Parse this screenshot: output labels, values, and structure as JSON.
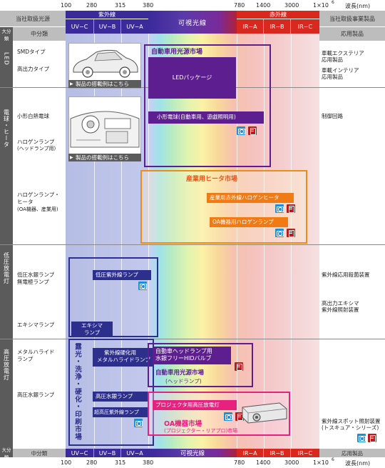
{
  "top_axis": {
    "ticks": [
      "100",
      "280",
      "315",
      "380",
      "780",
      "1400",
      "3000",
      "1×10",
      "6"
    ],
    "unit": "波長(nm)"
  },
  "headers": {
    "source_label": "当社取扱光源",
    "category_large": "大分類",
    "category_mid": "中分類",
    "uv_group": "紫外線",
    "visible": "可視光線",
    "ir_group": "赤外線",
    "business_label": "当社取扱事業製品",
    "applications": "応用製品",
    "uvc": "UV−C",
    "uvb": "UV−B",
    "uva": "UV−A",
    "ira": "IR−A",
    "irb": "IR−B",
    "irc": "IR−C"
  },
  "sections": {
    "led": "LED",
    "bulb_heater": "電球・ヒータ",
    "low_pressure": "低圧放電灯",
    "high_pressure": "高圧放電灯"
  },
  "rows": {
    "smd": "SMDタイプ",
    "high_output": "高出力タイプ",
    "mini_bulb": "小形白熱電球",
    "halogen_headlamp": "ハロゲンランプ",
    "halogen_headlamp_sub": "(ヘッドランプ用)",
    "halogen_heater": "ハロゲンランプ・",
    "halogen_heater2": "ヒータ",
    "halogen_heater_sub": "(OA機器、産業用)",
    "low_mercury": "低圧水銀ランプ",
    "electrodeless": "無電極ランプ",
    "excimer": "エキシマランプ",
    "metal_halide": "メタルハライド",
    "metal_halide2": "ランプ",
    "high_mercury": "高圧水銀ランプ"
  },
  "apps": {
    "car_exterior": "車載エクステリア",
    "car_exterior2": "応用製品",
    "car_interior": "車載インテリア",
    "car_interior2": "応用製品",
    "control": "制御回路",
    "uv_sterilize": "紫外線応用殺菌装置",
    "excimer_app": "高出力エキシマ",
    "excimer_app2": "紫外線照射装置",
    "uv_spot": "紫外線スポット照射装置",
    "uv_spot2": "(トスキュア・シリーズ)"
  },
  "thumbs": {
    "car_btn": "製品の搭載例はこちら",
    "dash_btn": "製品の搭載例はこちら"
  },
  "markets": {
    "auto_light": "自動車用光源市場",
    "led_pkg": "LEDパッケージ",
    "mini_bulb": "小形電球(自動車用、遊戯照明用)",
    "industrial_heater": "産業用ヒータ市場",
    "ir_halogen": "産業用赤外線ハロゲンヒータ",
    "oa_halogen": "OA機器用ハロゲンランプ",
    "low_uv": "低圧紫外線ランプ",
    "excimer_lamp": "エキシマ",
    "excimer_lamp2": "ランプ",
    "exposure_market": "露光・洗浄・硬化・印刷市場",
    "uv_cure": "紫外線硬化用",
    "uv_cure2": "メタルハライドランプ",
    "hg_lamp": "高圧水銀ランプ",
    "uhp_lamp": "超高圧紫外線ランプ",
    "auto_headlamp": "自動車ヘッドランプ用",
    "auto_headlamp2": "水銀フリーHIDバルブ",
    "auto_light2": "自動車用光源市場",
    "auto_light2_sub": "(ヘッドランプ)",
    "projector_lamp": "プロジェクタ用高圧放電灯",
    "oa_market": "OA機器市場",
    "oa_market_sub": "(プロジェクター・リアプロ)市場"
  },
  "bottom": {
    "cat_large": "大分類",
    "cat_mid": "中分類",
    "uvc": "UV−C",
    "uvb": "UV−B",
    "uva": "UV−A",
    "visible": "可視光線",
    "ira": "IR−A",
    "irb": "IR−B",
    "irc": "IR−C",
    "applications": "応用製品",
    "ticks": [
      "100",
      "280",
      "315",
      "380",
      "780",
      "1400",
      "3000",
      "1×10",
      "6"
    ],
    "unit": "波長(nm)"
  },
  "colors": {
    "uv_band": "#3a2a9a",
    "ir_band": "#d9281e",
    "purple": "#5d1f8f",
    "orange": "#f07a14",
    "navy": "#2c2f8c",
    "pink": "#e5237e"
  }
}
